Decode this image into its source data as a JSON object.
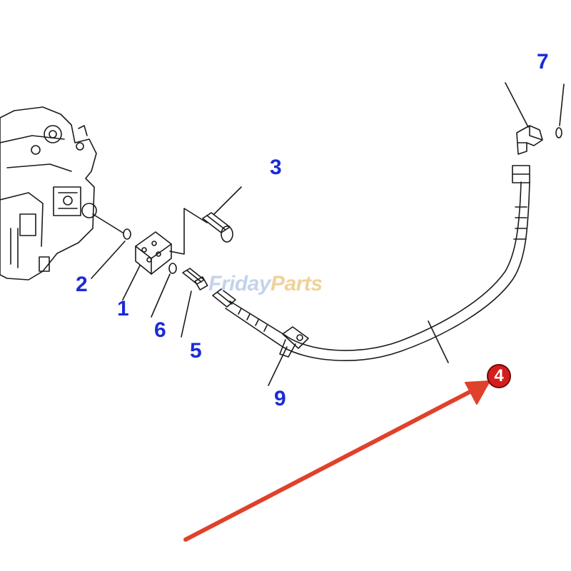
{
  "diagram": {
    "part_labels": {
      "p1": "1",
      "p2": "2",
      "p3": "3",
      "p5": "5",
      "p6": "6",
      "p7": "7",
      "p9": "9"
    },
    "highlight": {
      "label": "4",
      "color": "#d41e1e",
      "arrow_color": "#e0412a"
    },
    "label_color": "#1a2bd6",
    "watermark": {
      "part_a": "Friday",
      "part_b": "Parts"
    }
  }
}
